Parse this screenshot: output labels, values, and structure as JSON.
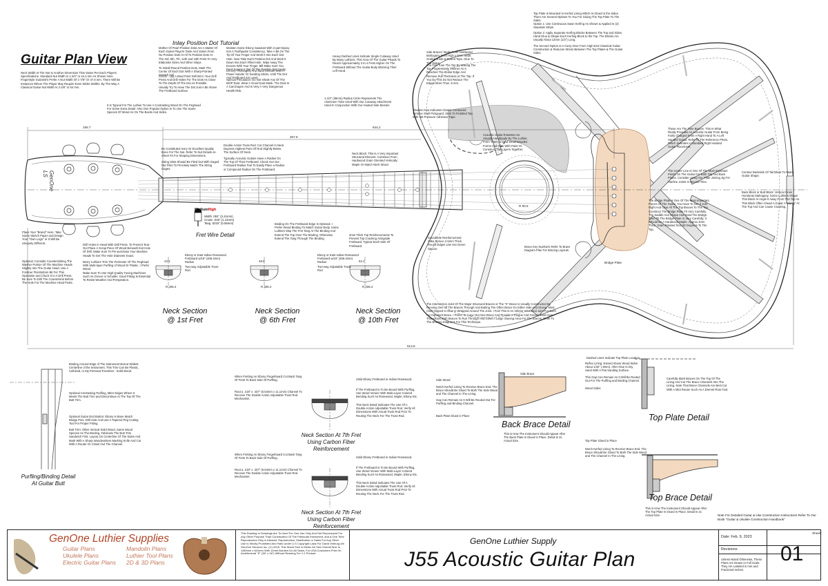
{
  "page": {
    "title": "Guitar Plan View",
    "inlay_tutorial_title": "Inlay Position Dot Tutorial",
    "fret_wire_title": "Fret Wire Detail",
    "fret_wire_grades": {
      "medium": "Medium",
      "high": "High"
    },
    "fret_wire_specs": [
      "Width .091\" (2.41mm)",
      "Crown .045\" (1.14mm)",
      "Tang .0215\" (0.55mm)"
    ],
    "headstock_logo_text": "GenOne LS"
  },
  "notes": {
    "neck_width": "Neck Width At The Nut Is Another Dimension That Varies Per Each Players Specifications. Standard Nut Width Is 1-3/4\" or 44.4 mm As Shown Here. Fingerstyle Guitarist's Prefer A Nut Width Of 1-7/8\" Or 47.6 mm. There Will Be Instances Where The Player May Require Even Wider Widths. By The Way A Classical Guitar Nut Width Is 2-1/8\" or 54 mm.",
    "headstock_grain": "It Is Typical For The Luthier To Use A Contrasting Wood On The Peghead For Some Extra Detail. Also One Popular Option Is To Use The Same Species Of Wood As On The Backs And Sides.",
    "mother_of_pearl": "Mother Of Pearl Position Dots Are A Matter Of Each Guitar Players Taste And Varies From No Position Dots At All To Position Dots At The 3rd, 5th, 7th, 12th and 15th Frets To Very Elaborate Sizes And Other Inlays.",
    "install_dots": "To Install Round Position Dots, Mark The Center Of Each Dot With A Sharp-Pointed Scratch Awl.",
    "drill_bit": "Check - Lay A Brad Point Drill Bit In Your Drill Press And Drill Holes For The Dots As Close To The Depth Of The Dot As Possible. Usually Try To Have The Dot Just A Bit Above The Fretboard Surface.",
    "glue": "Moisten Some Ebony Sawdust With 2-part Epoxy Into A Toothpaste Consistency. Take A Bit On The Tip Of Your Finger And Work It Into Each Dot Hole. Now Take Each Position Dot And Work It Down Into Each Filled Hole. Wipe Away The Excess With Your Finger. Bill Make Sure You Don't Scrape It Out Of The Position Dot Cavity.",
    "let_dry": "Let Dry Thoroughly And Sand Smooth With A Power Sander Or Sanding Sticks, Until The Dot And Fretboard Are Level.",
    "special_precaution": "Special Precaution: Do Not Inhale Any Of The MOP Dust. Wear A Good Dust Mask. The Dust In A Carcinogen And Is Very A Very Dangerous Health Risk.",
    "cutaway": "Heavy Dashed Lines Indicate Single Cutaway Used By Many Luthiers. This Area Of The Guitar Pleads To Reach Approximately 3 to 4 Frets Higher On The Fretboard Without The Guitar Body Blocking Their Left Hand.",
    "side_braces": "Side Braces: Made From Hardwood Mahogany 9mm High x 5mm Wide, Scallop Ends & Round Tops. Glue To The Sides.",
    "top_plate_kerfed": "Top Plate Is Mounted In Kerfed Lining Which Is Glued to the Sides. There Are Several Options To You For Gluing The Top Plate To The Sides.",
    "top_option1": "Option 1: Use Continuous Sawn Kerfing As Shown & Applied In (2) Separate Strips.",
    "top_option2": "Option 2: Apply Separate Kerfing Blocks Between The Top and Sides. Hand Glue & Shape Each Kerfing Block to the Top. The Blocks Are Usually About 12mm (1/2\") Long.",
    "top_option3": "The Second Option Is A Carry-Over From High-End Classical Guitar Construction & Reduces Stress Between The Top Plates & The Guitar Sides.",
    "turn_top": "You Can Tune The Top By Making The Top Progressively Thinner As It Reaches The Guitar Edge And Remove Full Thickness At The Top. If You Do This Do Not Reduce The Edges More Than .5 mm.",
    "radius_circle": "1-1/2\" (38mm) Radius Circle Represents The Aluminum Tube Used With Our Cutaway Attachment Used In Conjunction With Our Heated Side Bender.",
    "shaded_area": "Shaded Area Indicates Classic Contoured Tortoise Shell Pickguard. Stick To Finished Top With 3M Pressure Adhesive Tape.",
    "rosettes": "Acoustic Guitar Rosettes Are Usually Handmade By The Luthier, Form Them Around Small Wooden Forms And Glue With Paint Or Construct The Layers Together.",
    "tone_braces": "These Are The Tone Braces. This Is What Really Provides An Acoustic Guitar From Being Fairly Charged From A Right Hand To A Left Handed Guitar. Refer To The Reference Photo, Which Indicates A Standard Right Handed Guitar Placement.",
    "center_line": "The Center Line Is One Of The Most Important Points On The Guitar For Both Top And Back Plates. Consider Using Our Plate Joining Jig For Hairline Joints In Record Time.",
    "tail_block": "Contour Backside Of Tail Block To Match Guitar Shape.",
    "neck_block": "Neck Block: This Is A Very Important Structural Element. Construct From Hardwood Grain Oriented Vertically: Maple Or Match Neck Wood.",
    "bridge_plate": "The Bridge Plate Is One Of The Most Important Pieces Of The Guitar. You Have To Get It Just Right And Glue All The Top Braces To The Top. Construct The Bridge Plate Fit Very Carefully. The Saddle And Shape And Sand The Bridge. Then Fit The Bridge Plate In Very Carefully. It Should Be A Hardwood Maple. Approx 3mm Thick. Grain Rotated from 90 Degrees To The Top.",
    "back_block": "Back Block or Butt Block: Vertical Grain Honduras Mahogany. Some Luthiers Shape This Block At Angle It Away From The Top As This Block Often Ahead A Guitar A \"Hump\" At The Top And Can Cause Cracking.",
    "binding_fretboard": "Binding On The Fretboard Edge Is Optional. I Prefer Wood Binding To Match Guitar Body. Some Luthiers Skip The Fret Tang At The Binding And Extend The Top Over The Binding. Otherwise Extend The Tang Through The Binding.",
    "soundhole_reinforcement": "Soundhole Reinforcement: Sitka Spruce 2.5mm Thick. Round Edges Use Hot Green Spruce.",
    "thin_mm": "3mm Thick Top Reinforcements To Prevent Top Cracking Alongside Fretboard. Typical Each Side Of Fretboard.",
    "brace_key": "Brace Key Numbers Refer To Brace Diagram Plan For Bracing Layouts.",
    "x_brace": "The Intersection Joint Of The Major Structural Braces or The \"X\" Brace is Usually Constructed By Running One Of The Braces Through And Butting The Other Brace On Either Side And Gluing. Most Cloth Dipped In Glue Is Wrapped Around The Joint. I Feel This Is An Inferior Structural Joint For Such An Important Brace. I Prefer To Cope Out One Brace And Provide A Tongue And Groove Joint Here. This Allows Both Braces To Run Through And Gives A Large Glueing Area For The Braces. Refer To The Bracing Diagrams For This Technique.",
    "double_action": "Double-Action Truss Rod: Cut Channel In Neck Depress Highest Point Of Rod Slightly Below The Surface Of Neck.",
    "fret_radius": "Typically Acoustic Guitars Have A Radius On The Top Of Their Fretboard. Check Out Our Fretboard Radius Tool To Easily Place a Radius or Compound Radius On The Fretboard.",
    "bone_nut": "Be Constituted Ivory Or Excellent Quality Bone For The Nut. Refer To Nut Details on Sheet #4 For Shaping Dimensions.",
    "string_slots": "String Slots Should Be Filed Out With Gaged Nut Files To Precisely Match The String Gages.",
    "place_brand": "Place Your \"Brand\" Here. Take Some Sketch Paper and Design Your \"Own Logo\" or It Will Be Uniquely Different.",
    "optional_countersink": "Optional: Consider Countersinking The Washer Portion Of The Machine Heads Slightly Into The Guitar Head. Use A Forstner Flat-Bottom Bit For This Operation and Chuck It In A Drill Press. Be Sure To Drill The Countersink Before The Hole For The Machine Head Posts.",
    "drill_holes": "Drill Holes In Head With Drill Press. To Prevent Tear-Out Place A Scrap Piece Of Wood Beneath Exit Hole Of Drill. Make Sure To Pre-purchase Your Machine Heads To Get The Hole Diameter Exact.",
    "merry_luthiers": "Merry Luthiers Trim The Perimeter Of The Peghead With Multi-layer Purfling of Wood Or Plastic. I Prefer Wood.",
    "high_quality_tuning": "Make Sure To Use High Quality Tuning Machines Such As Grover or Schaller. Good Fitting Is Essential To Resist Weather And Perspiration.",
    "binding_around_edge": "Binding Around Edge of The Instrument Butt at Widest Centerline of the Instrument. This Trim Can Be Plastic, Celluloid, or My Personal Favorites - Solid Wood.",
    "optional_contrasting": "Optional Contrasting Purfling, Miter Edges Where It Meets The Butt Trim and Discontinue At The Top Of The Butt Trim.",
    "optional_guitar_end": "Optional Guitar End Button: Ebony Is Bone Match Bridge Pins. Drill Hole And Use A Tapered Peg Cutting Tool For Proper Fitting.",
    "butt_trim": "Butt Trim: Often Vertical Solid Wood, Same Wood Species As The Binding. Fabricate The Butt Trim Sandwich First. Layout On Centerline Of The Sides And Mark With A Sharp Woodworkers Marking Knife And Cut With A Router Or Chisel Out The Channel.",
    "ebony_rosewood": "Ebony or East Indian Rosewood Fretboard w/16\" (406.4mm) Radius",
    "two_way": "Two-way Adjustable Truss Rod",
    "fretboard_7th_a": "When Fretting An Ebony Fingerboard Cut Back Tang Of Frets To Back Side Of Purfling.",
    "router_channel": "Rout a .218\" x .437\" (5.54mm x 11.1mm) Channel To Receive The Double Action Adjustable Truss Rod Mechanism.",
    "solid_ebony": "Solid Ebony Fretboard or Indian Rosewood.",
    "purfling_7th": "If The Fretboard Is To Be Bound With Purfling, Use Wood Veneer With Multi-Layer Colored Bending Such As Rosewood, Maple, Ebony Etc.",
    "neck_detail_note": "This Neck Detail Indicates The Use Of A Double-Action Adjustable Truss Rod. Verify All Dimensions With Actual Truss Rod Prior To Routing The Neck For The Truss Rod.",
    "side_wood": "Side Wood",
    "side_brace": "Side Brace",
    "notch_kerfed": "Notch Kerfed Lining To Receive Brace End. The Brace Should Be Glued To Both The Side Wood and The Channel In The Lining.",
    "gap_can_remain": "Gap Can Remain As It Will Be Routed Out For Purfling and Binding Channel.",
    "back_plate_glued": "Back Plate Glued in Place",
    "instrument_should_appear": "This is How The Instrument Should Appear After The Back Plate Is Glued In Place. Detail Is 2x Actual Size.",
    "dashed_lines_top": "Dashed Lines Indicate Top Plate Location",
    "reflex_lining": "Reflex Lining: Extend Above Wood Sides About 1/32\" (.8mm). After Glue Is Dry, Sand With A Flat Sanding Surface.",
    "gap_remain_top": "This Gap Can Remain As It Will Be Routed Out For The Purfling and Binding Channel.",
    "carefully_mark": "Carefully Mark Braces On The Top Of The Lining And Cut The Brace Channels Into The Lining. Note That Brace Channels Are Best Cut With A Mini Router Such As A Dremel Roto-Tool.",
    "wood_sides": "Wood Sides",
    "top_plate_glued": "Top Plate Glued in Place",
    "notch_kerfed_top": "Notch Kerfed Lining To Receive Brace End. The Brace Should Be Glued To Both The Side Wood and The Channel In The Lining.",
    "top_appear": "This is How The Instrument Should Appear After The Top Plate Is Glued In Place. Detail Is 2x Actual Size.",
    "handbook": "Note For Detailed Guitar & Uke Construction Instructions Refer To Our Book \"Guitar & Ukulele Construction Handbook\"",
    "bridge_plate_label": "Bridge Plate"
  },
  "sections": {
    "neck_1st": "Neck Section\n@ 1st Fret",
    "neck_6th": "Neck Section\n@ 6th Fret",
    "neck_10th": "Neck Section\n@ 10th Fret",
    "neck_7th_a": "Neck Section At 7th Fret\nUsing Carbon Fiber\nReinforcement",
    "neck_7th_b": "Neck Section At 7th Fret\nUsing Carbon Fiber\nReinforcement",
    "purfling_detail": "Purfling/Binding Detail\nAt Guitar Butt",
    "back_brace": "Back Brace Detail",
    "top_plate": "Top Plate Detail",
    "top_brace": "Top Brace Detail"
  },
  "dimensions": {
    "d1": "156.7",
    "d2": "267.8",
    "d3": "644.2",
    "d4": "R 50.5",
    "d5": "513.8",
    "d6": "R 406.4",
    "d7": "43.5",
    "d8": "48.8",
    "d9": "52.4"
  },
  "title_block": {
    "brand": "GenOne Luthier Supplies",
    "plans_col1": [
      "Guitar Plans",
      "Ukulele Plans",
      "Electric Guitar Plans"
    ],
    "plans_col2": [
      "Mandolin Plans",
      "Luthier Tool Plans",
      "2D & 3D Plans"
    ],
    "legal": "This Drawing or Drawings Are To Used For One Use Only And Not Reproduced For Any Other Purpose Than Construction Of The Particular Instrument, and a One Time Reproduction Only is Allowed. Reproduction, Distribution or Sales For Any Other Use Is Strictly Prohibited And Falls Under U.S Copyright Laws For David Verburg d/b GenOne Services Inc. (C) 2018. This Sheet Size Is Metric A0 Size Overall Size Is 1189mm x 841mm With 10mm Borders Do All Sides, For USA Customers Print On Architectural \"E\" (36\" x 48\") Without Resizing For 1:1 Printout.",
    "supply": "GenOne Luthier Supply",
    "plan_name": "J55 Acoustic Guitar Plan",
    "date": "Date: Feb. 9, 2023",
    "revisions": "Revisions:",
    "units_note": "Unless Noted Otherwise, These Plans Are Drawn In Full Scale. They Are Labeled in mm and Fractional Inches.",
    "sheet_label": "Sheet:",
    "sheet_no": "01"
  }
}
